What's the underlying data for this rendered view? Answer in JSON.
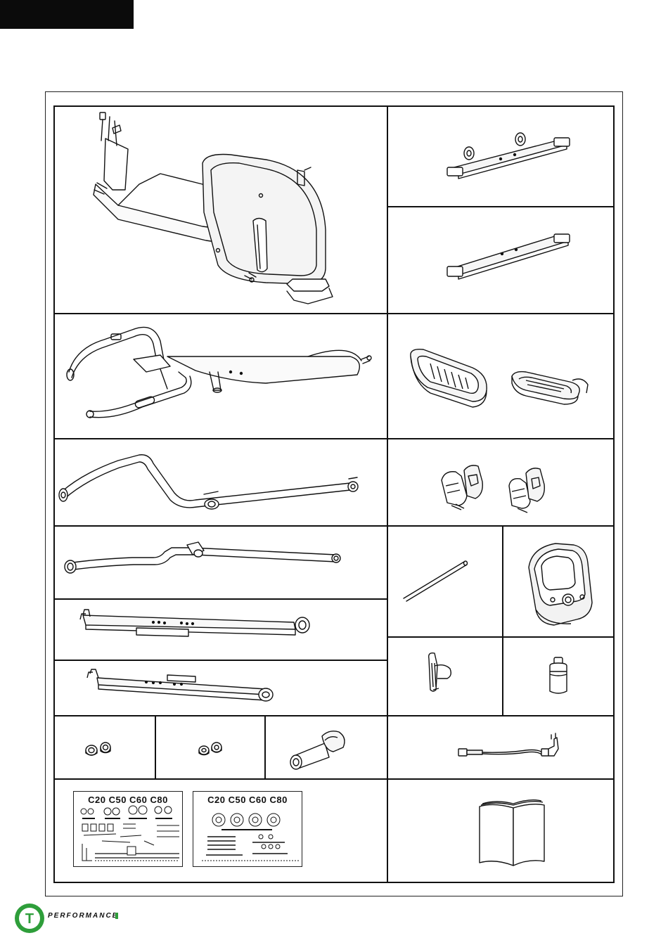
{
  "page": {
    "brand": "PERFORMANCE",
    "logo_letter": "T"
  },
  "hardware_cards": [
    {
      "title": "C20 C50 C60 C80"
    },
    {
      "title": "C20 C50 C60 C80"
    }
  ],
  "colors": {
    "ink": "#111111",
    "brand_green": "#2e9e3a"
  },
  "parts": [
    "main-frame-icon",
    "front-stabilizer-icon",
    "rear-stabilizer-icon",
    "handlebar-assembly-icon",
    "pedals-icon",
    "left-upper-arm-icon",
    "pedal-brackets-icon",
    "right-upper-arm-icon",
    "axle-rod-icon",
    "console-icon",
    "left-lower-arm-icon",
    "right-lower-arm-icon",
    "bracket-clip-icon",
    "bottle-icon",
    "end-caps-icon",
    "bushings-icon",
    "connector-sleeve-icon",
    "power-adapter-icon",
    "hardware-kit-icon",
    "manual-book-icon"
  ]
}
